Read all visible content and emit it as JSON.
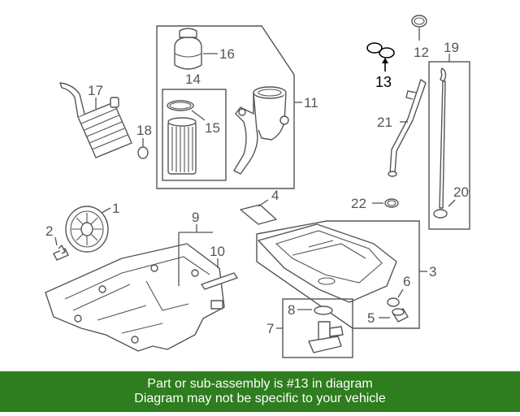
{
  "banner": {
    "line1": "Part or sub-assembly is #13 in diagram",
    "line2": "Diagram may not be specific to your vehicle",
    "color": "#2e7d1e"
  },
  "diagram": {
    "highlighted_part": "13",
    "callouts": {
      "p1": "1",
      "p2": "2",
      "p3": "3",
      "p4": "4",
      "p5": "5",
      "p6": "6",
      "p7": "7",
      "p8": "8",
      "p9": "9",
      "p10": "10",
      "p11": "11",
      "p12": "12",
      "p13": "13",
      "p14": "14",
      "p15": "15",
      "p16": "16",
      "p17": "17",
      "p18": "18",
      "p19": "19",
      "p20": "20",
      "p21": "21",
      "p22": "22"
    }
  }
}
